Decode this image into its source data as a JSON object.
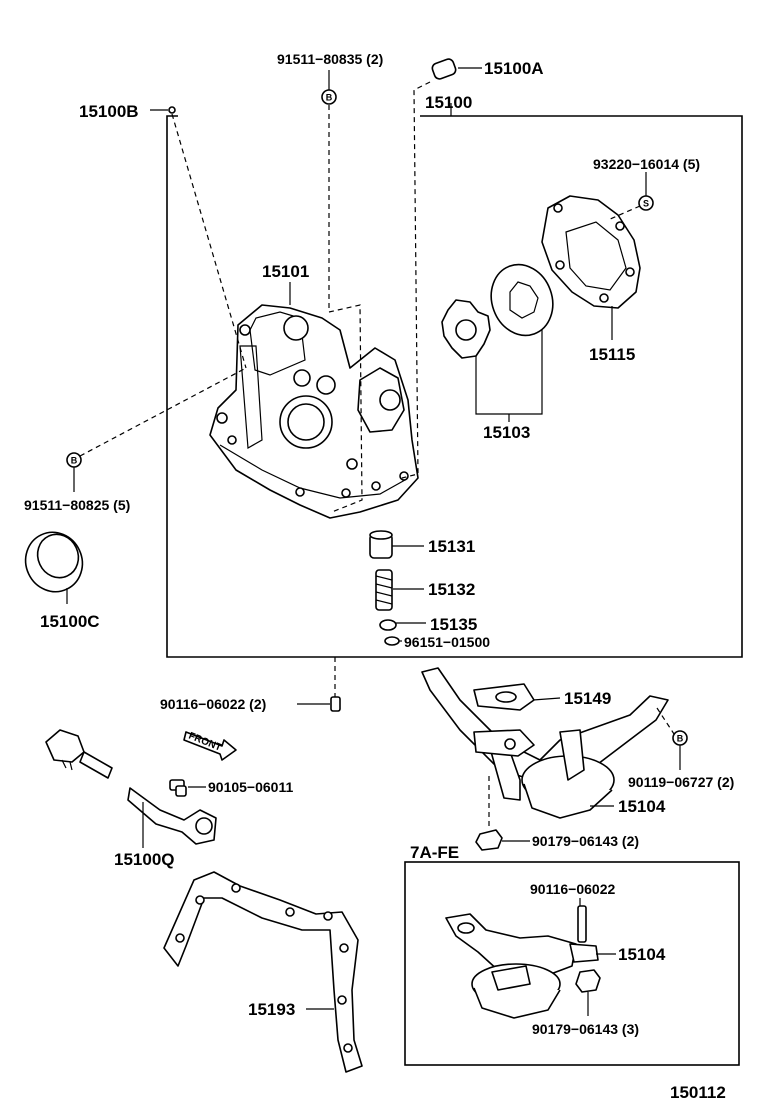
{
  "parts": {
    "p15100A": "15100A",
    "p15100B": "15100B",
    "p15100": "15100",
    "p15100C": "15100C",
    "p15100Q": "15100Q",
    "p15101": "15101",
    "p15103": "15103",
    "p15104_main": "15104",
    "p15104_7afe": "15104",
    "p15115": "15115",
    "p15131": "15131",
    "p15132": "15132",
    "p15135": "15135",
    "p15149": "15149",
    "p15193": "15193",
    "b91511_80835": "91511−80835 (2)",
    "b91511_80825": "91511−80825 (5)",
    "s93220_16014": "93220−16014 (5)",
    "r96151_01500": "96151−01500",
    "s90116_06022_2": "90116−06022 (2)",
    "b90105_06011": "90105−06011",
    "b90119_06727": "90119−06727 (2)",
    "n90179_06143_2": "90179−06143 (2)",
    "s90116_06022": "90116−06022",
    "n90179_06143_3": "90179−06143 (3)"
  },
  "markers": {
    "bolt": "B",
    "stud": "S"
  },
  "variant_label": "7A-FE",
  "front_label": "FRONT",
  "figure_number": "150112"
}
